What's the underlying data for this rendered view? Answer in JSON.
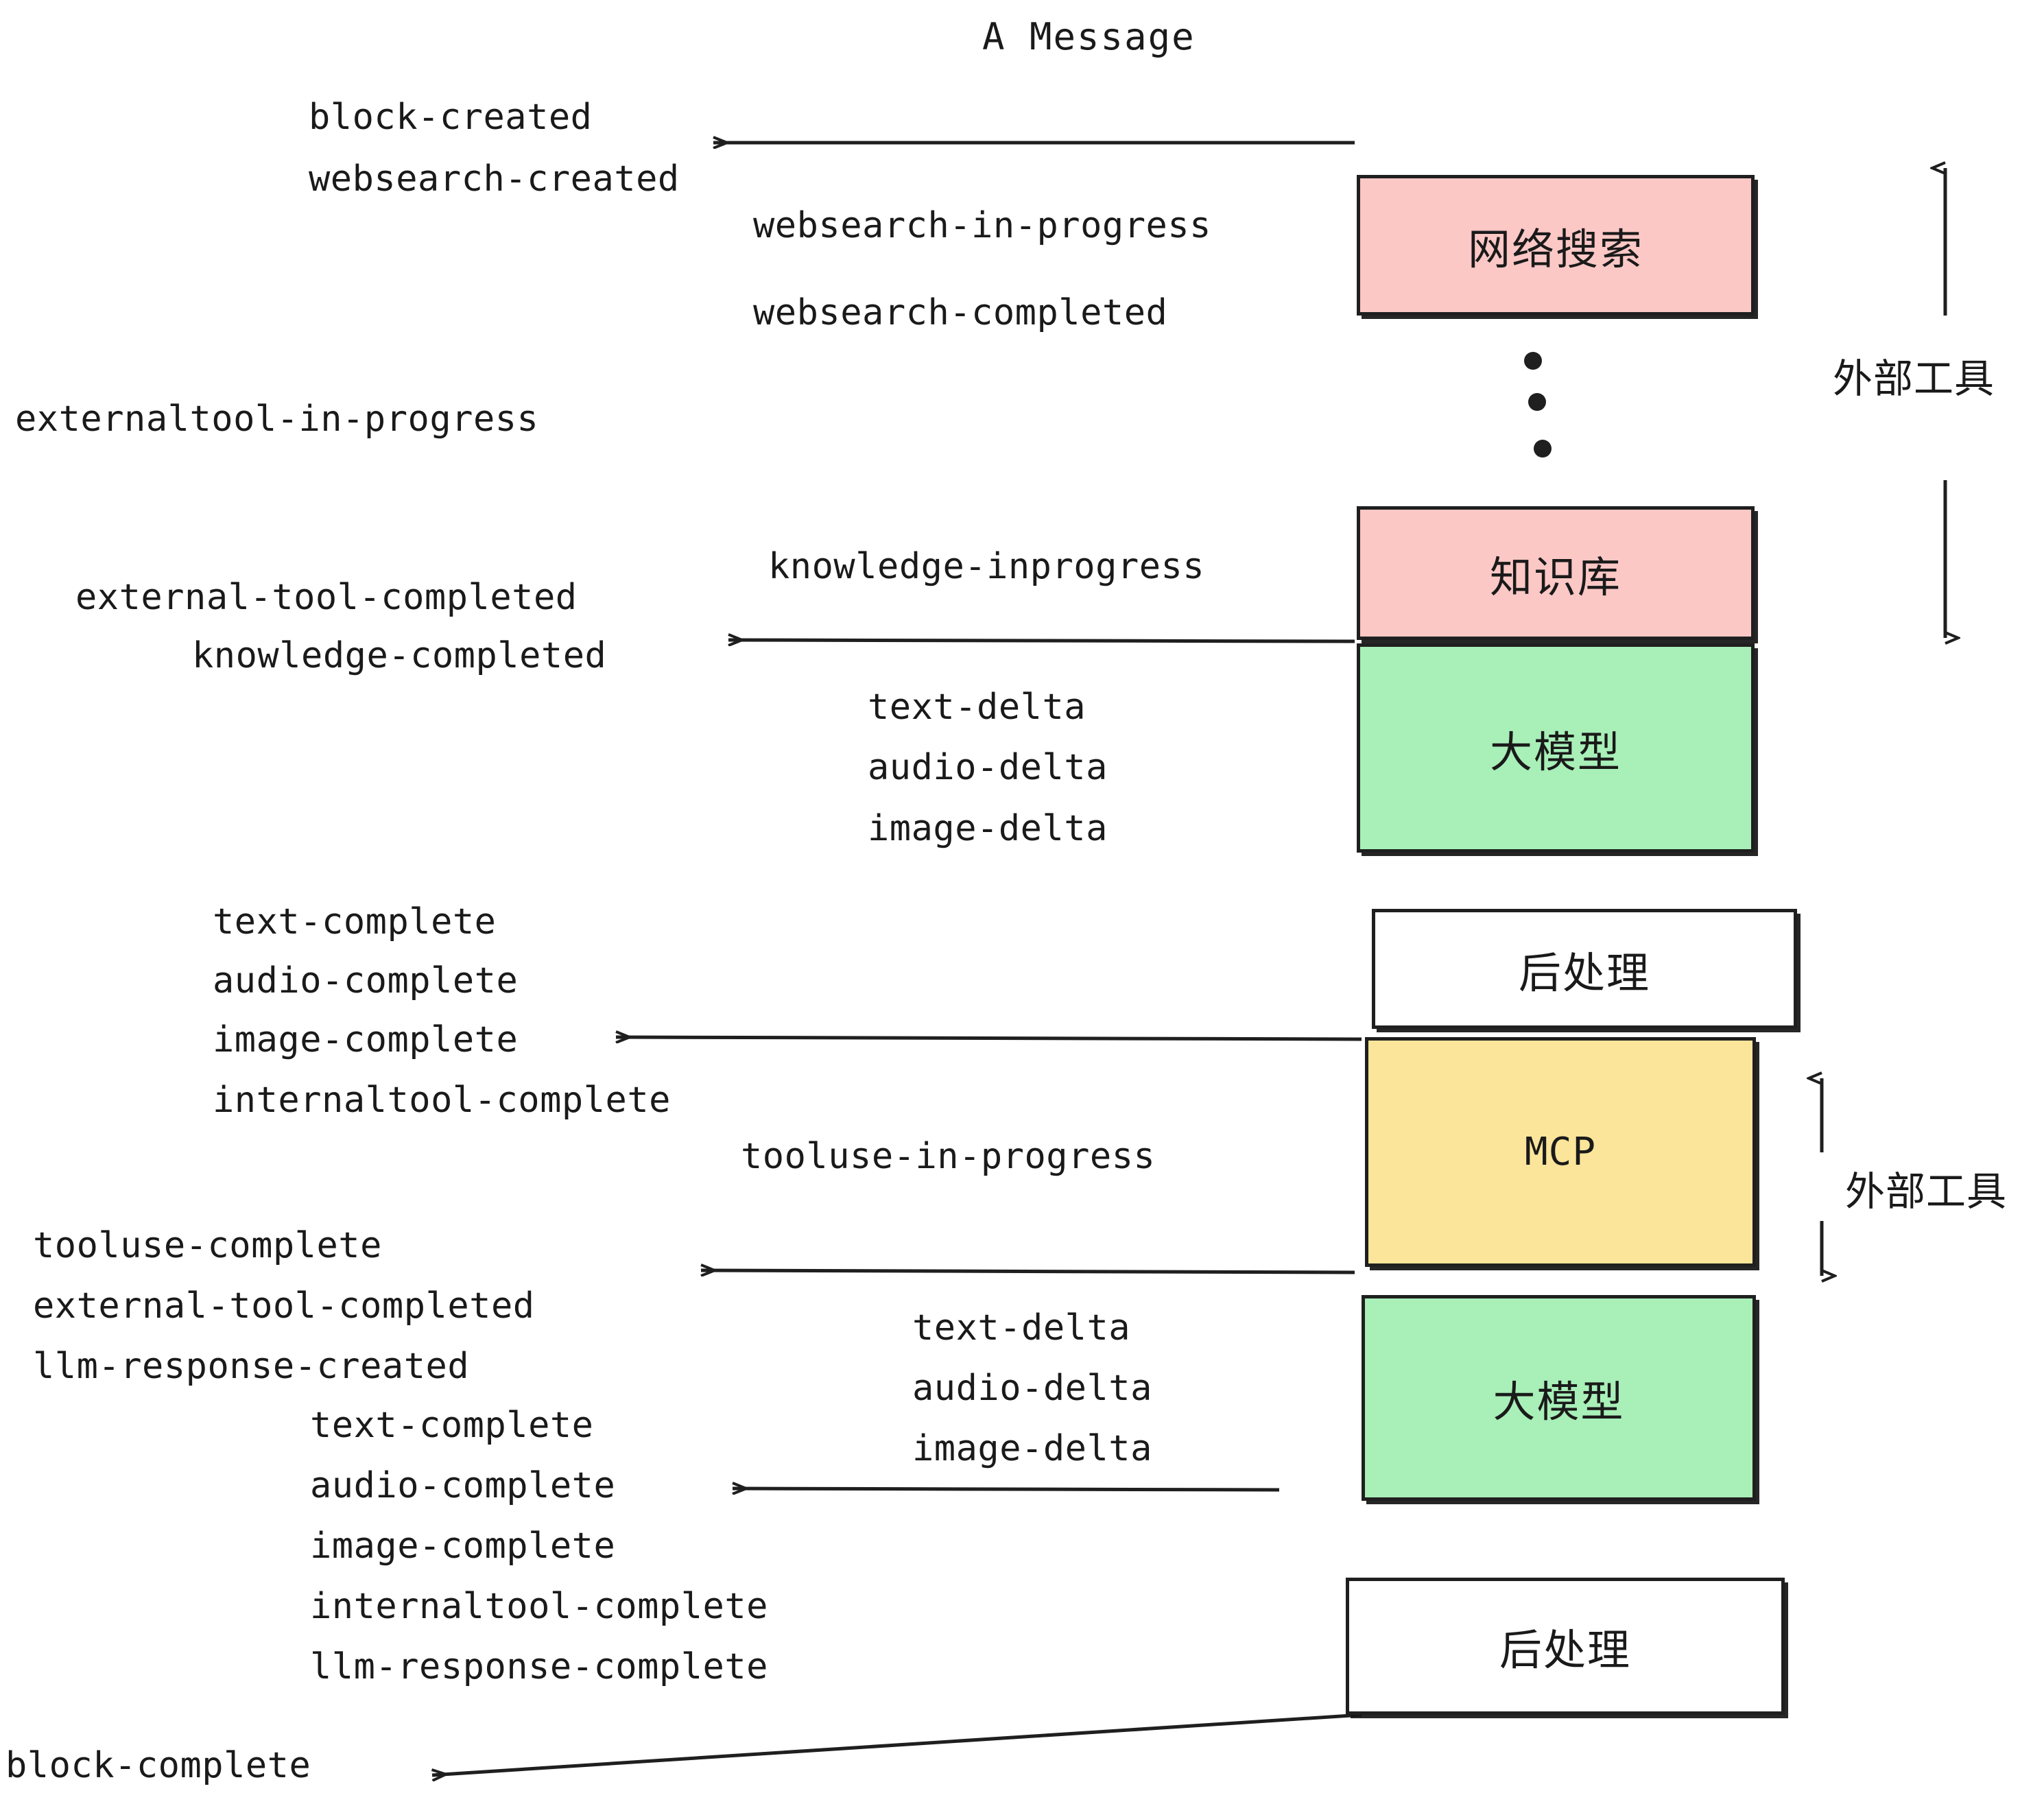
{
  "title": "A Message",
  "boxes": [
    {
      "id": "websearch",
      "label": "网络搜索",
      "color": "#FBC8C6"
    },
    {
      "id": "knowledge",
      "label": "知识库",
      "color": "#FBC8C6"
    },
    {
      "id": "llm-top",
      "label": "大模型",
      "color": "#A8EFB8"
    },
    {
      "id": "postproc-top",
      "label": "后处理",
      "color": "#FFFFFF"
    },
    {
      "id": "mcp",
      "label": "MCP",
      "color": "#FBE59A"
    },
    {
      "id": "llm-bottom",
      "label": "大模型",
      "color": "#A8EFB8"
    },
    {
      "id": "postproc-bottom",
      "label": "后处理",
      "color": "#FFFFFF"
    }
  ],
  "side_labels": [
    {
      "id": "external-tools-top",
      "text": "外部工具"
    },
    {
      "id": "external-tools-bottom",
      "text": "外部工具"
    }
  ],
  "events": [
    {
      "id": "block-created",
      "text": "block-created"
    },
    {
      "id": "websearch-created",
      "text": "websearch-created"
    },
    {
      "id": "websearch-in-progress",
      "text": "websearch-in-progress"
    },
    {
      "id": "websearch-completed",
      "text": "websearch-completed"
    },
    {
      "id": "externaltool-in-progress",
      "text": "externaltool-in-progress"
    },
    {
      "id": "knowledge-inprogress",
      "text": "knowledge-inprogress"
    },
    {
      "id": "external-tool-completed-1",
      "text": "external-tool-completed"
    },
    {
      "id": "knowledge-completed",
      "text": "knowledge-completed"
    },
    {
      "id": "text-delta-1",
      "text": "text-delta"
    },
    {
      "id": "audio-delta-1",
      "text": "audio-delta"
    },
    {
      "id": "image-delta-1",
      "text": "image-delta"
    },
    {
      "id": "text-complete-1",
      "text": "text-complete"
    },
    {
      "id": "audio-complete-1",
      "text": "audio-complete"
    },
    {
      "id": "image-complete-1",
      "text": "image-complete"
    },
    {
      "id": "internaltool-complete-1",
      "text": "internaltool-complete"
    },
    {
      "id": "tooluse-in-progress",
      "text": "tooluse-in-progress"
    },
    {
      "id": "tooluse-complete",
      "text": "tooluse-complete"
    },
    {
      "id": "external-tool-completed-2",
      "text": "external-tool-completed"
    },
    {
      "id": "llm-response-created",
      "text": "llm-response-created"
    },
    {
      "id": "text-delta-2",
      "text": "text-delta"
    },
    {
      "id": "audio-delta-2",
      "text": "audio-delta"
    },
    {
      "id": "image-delta-2",
      "text": "image-delta"
    },
    {
      "id": "text-complete-2",
      "text": "text-complete"
    },
    {
      "id": "audio-complete-2",
      "text": "audio-complete"
    },
    {
      "id": "image-complete-2",
      "text": "image-complete"
    },
    {
      "id": "internaltool-complete-2",
      "text": "internaltool-complete"
    },
    {
      "id": "llm-response-complete",
      "text": "llm-response-complete"
    },
    {
      "id": "block-complete",
      "text": "block-complete"
    }
  ],
  "colors": {
    "pink": "#FBC8C6",
    "green": "#A8EFB8",
    "yellow": "#FBE59A",
    "white": "#FFFFFF",
    "stroke": "#1F1F1F",
    "background": "#FFFFFF"
  }
}
